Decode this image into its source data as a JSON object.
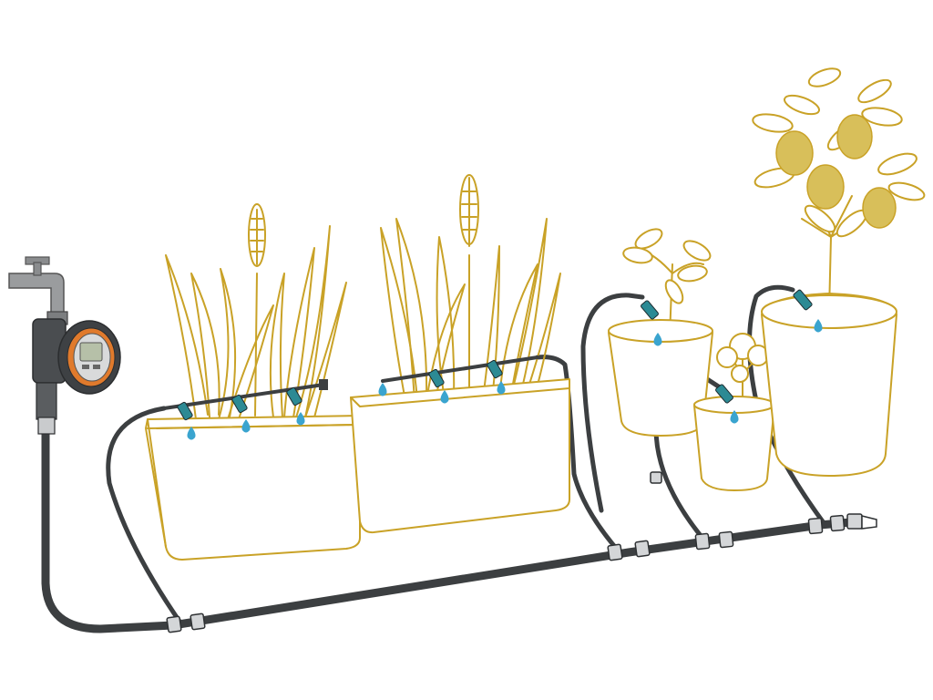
{
  "diagram": {
    "subject": "drip-irrigation-system",
    "colors": {
      "plant_outline": "#c9a227",
      "hose": "#3c3f41",
      "connector": "#d4d6d8",
      "water_drop": "#3aa4cf",
      "emitter": "#2c8a94",
      "timer_accent": "#e07a2c"
    },
    "components": [
      {
        "name": "water-tap",
        "icon": "faucet-icon"
      },
      {
        "name": "irrigation-timer",
        "icon": "timer-icon"
      },
      {
        "name": "main-supply-hose",
        "icon": "hose-icon"
      },
      {
        "name": "planter-box-left",
        "icon": "planter-icon"
      },
      {
        "name": "planter-box-right",
        "icon": "planter-icon"
      },
      {
        "name": "pot-small-plant",
        "icon": "pot-icon"
      },
      {
        "name": "pot-parsley",
        "icon": "pot-icon"
      },
      {
        "name": "pot-lemon-tree",
        "icon": "pot-icon"
      },
      {
        "name": "drip-emitters",
        "icon": "drip-icon"
      },
      {
        "name": "hose-end-plug",
        "icon": "end-cap-icon"
      }
    ]
  }
}
